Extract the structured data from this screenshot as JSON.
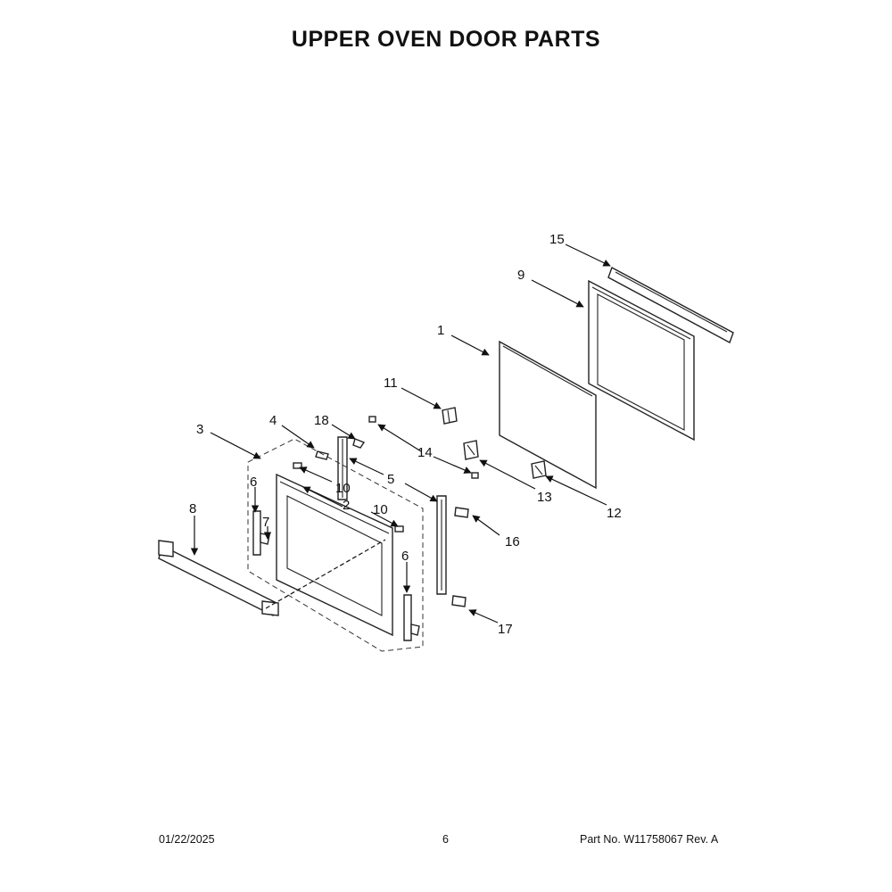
{
  "title": "UPPER OVEN DOOR PARTS",
  "footer": {
    "date": "01/22/2025",
    "page": "6",
    "part_no": "Part No.  W11758067  Rev.  A"
  },
  "callouts": [
    "1",
    "2",
    "3",
    "4",
    "5",
    "6",
    "6",
    "7",
    "8",
    "9",
    "10",
    "10",
    "11",
    "12",
    "13",
    "14",
    "15",
    "16",
    "17",
    "18"
  ]
}
